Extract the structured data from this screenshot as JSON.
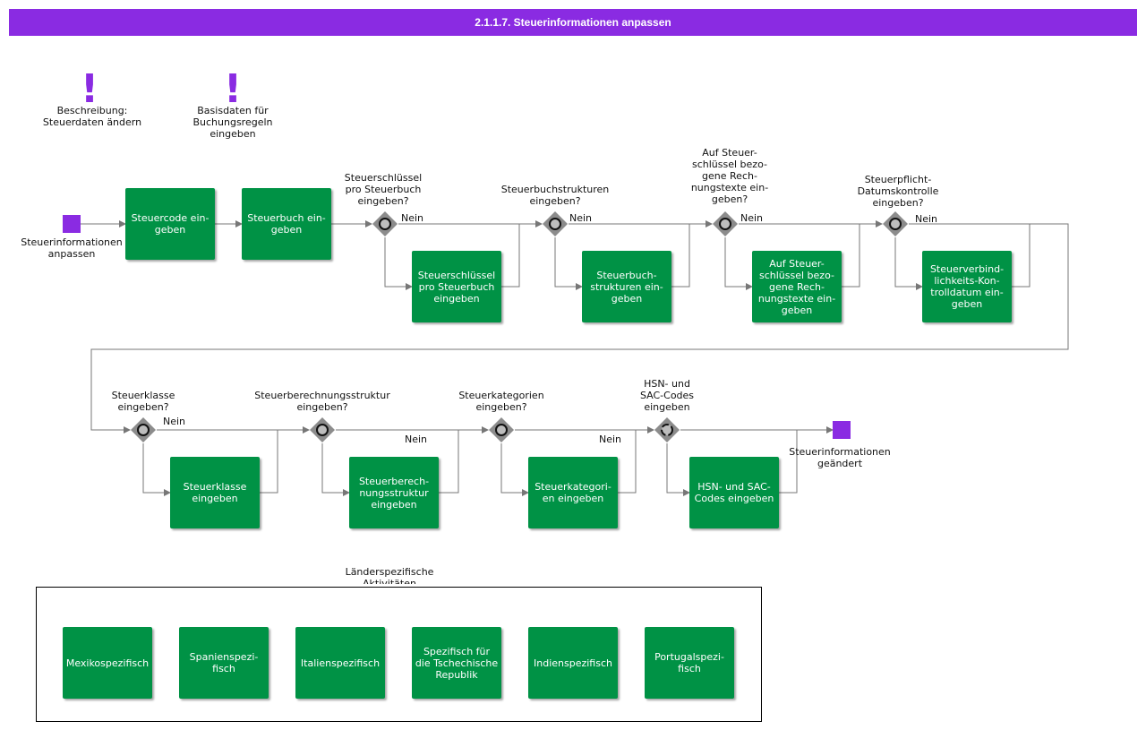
{
  "title": "2.1.1.7. Steuerinformationen anpassen",
  "colors": {
    "header": "#8a2be2",
    "task": "#009245",
    "event": "#8a2be2",
    "gateway": "#8c8c8c"
  },
  "notes": [
    {
      "id": "note-1",
      "label": "Beschreibung:\nSteuerdaten ändern"
    },
    {
      "id": "note-2",
      "label": "Basisdaten für\nBuchungsregeln\neingeben"
    }
  ],
  "start_event": {
    "label": "Steuerinformationen\nanpassen"
  },
  "end_event": {
    "label": "Steuerinformationen\ngeändert"
  },
  "tasks": [
    {
      "id": "t1",
      "label": "Steuercode ein-\ngeben"
    },
    {
      "id": "t2",
      "label": "Steuerbuch ein-\ngeben"
    },
    {
      "id": "t3",
      "label": "Steuerschlüssel\npro Steuerbuch\neingeben"
    },
    {
      "id": "t4",
      "label": "Steuerbuch-\nstrukturen ein-\ngeben"
    },
    {
      "id": "t5",
      "label": "Auf Steuer-\nschlüssel bezo-\ngene Rech-\nnungstexte ein-\ngeben"
    },
    {
      "id": "t6",
      "label": "Steuerverbind-\nlichkeits-Kon-\ntrolldatum ein-\ngeben"
    },
    {
      "id": "t7",
      "label": "Steuerklasse\neingeben"
    },
    {
      "id": "t8",
      "label": "Steuerberech-\nnungsstruktur\neingeben"
    },
    {
      "id": "t9",
      "label": "Steuerkategori-\nen eingeben"
    },
    {
      "id": "t10",
      "label": "HSN- und SAC-\nCodes eingeben"
    }
  ],
  "gateways": [
    {
      "id": "g1",
      "question": "Steuerschlüssel\npro Steuerbuch\neingeben?",
      "no_label": "Nein"
    },
    {
      "id": "g2",
      "question": "Steuerbuchstrukturen\neingeben?",
      "no_label": "Nein"
    },
    {
      "id": "g3",
      "question": "Auf Steuer-\nschlüssel bezo-\ngene Rech-\nnungstexte ein-\ngeben?",
      "no_label": "Nein"
    },
    {
      "id": "g4",
      "question": "Steuerpflicht-\nDatumskontrolle\neingeben?",
      "no_label": "Nein"
    },
    {
      "id": "g5",
      "question": "Steuerklasse\neingeben?",
      "no_label": "Nein"
    },
    {
      "id": "g6",
      "question": "Steuerberechnungsstruktur\neingeben?",
      "no_label": "Nein"
    },
    {
      "id": "g7",
      "question": "Steuerkategorien\neingeben?",
      "no_label": "Nein"
    },
    {
      "id": "g8",
      "question": "HSN- und\nSAC-Codes\neingeben",
      "no_label": ""
    }
  ],
  "group": {
    "label": "Länderspezifische\nAktivitäten",
    "tasks": [
      {
        "id": "c1",
        "label": "Mexikospezifisch"
      },
      {
        "id": "c2",
        "label": "Spanienspezi-\nfisch"
      },
      {
        "id": "c3",
        "label": "Italienspezifisch"
      },
      {
        "id": "c4",
        "label": "Spezifisch für\ndie Tschechische\nRepublik"
      },
      {
        "id": "c5",
        "label": "Indienspezifisch"
      },
      {
        "id": "c6",
        "label": "Portugalspezi-\nfisch"
      }
    ]
  }
}
